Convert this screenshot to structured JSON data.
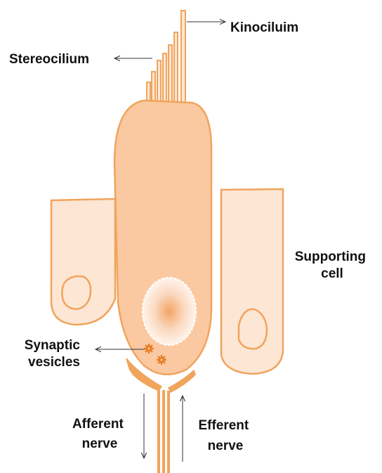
{
  "labels": {
    "kinocilium": "Kinociluim",
    "stereocilium": "Stereocilium",
    "supporting_cell_line1": "Supporting",
    "supporting_cell_line2": "cell",
    "synaptic_vesicles_line1": "Synaptic",
    "synaptic_vesicles_line2": "vesicles",
    "afferent_nerve_line1": "Afferent",
    "afferent_nerve_line2": "nerve",
    "efferent_nerve_line1": "Efferent",
    "efferent_nerve_line2": "nerve"
  },
  "colors": {
    "outline": "#f0a45c",
    "hair_cell_fill": "#fbc9a1",
    "supporting_cell_fill": "#fde6d4",
    "nucleus_center": "#f5a868",
    "vesicle": "#e87a20",
    "arrow": "#333333"
  }
}
